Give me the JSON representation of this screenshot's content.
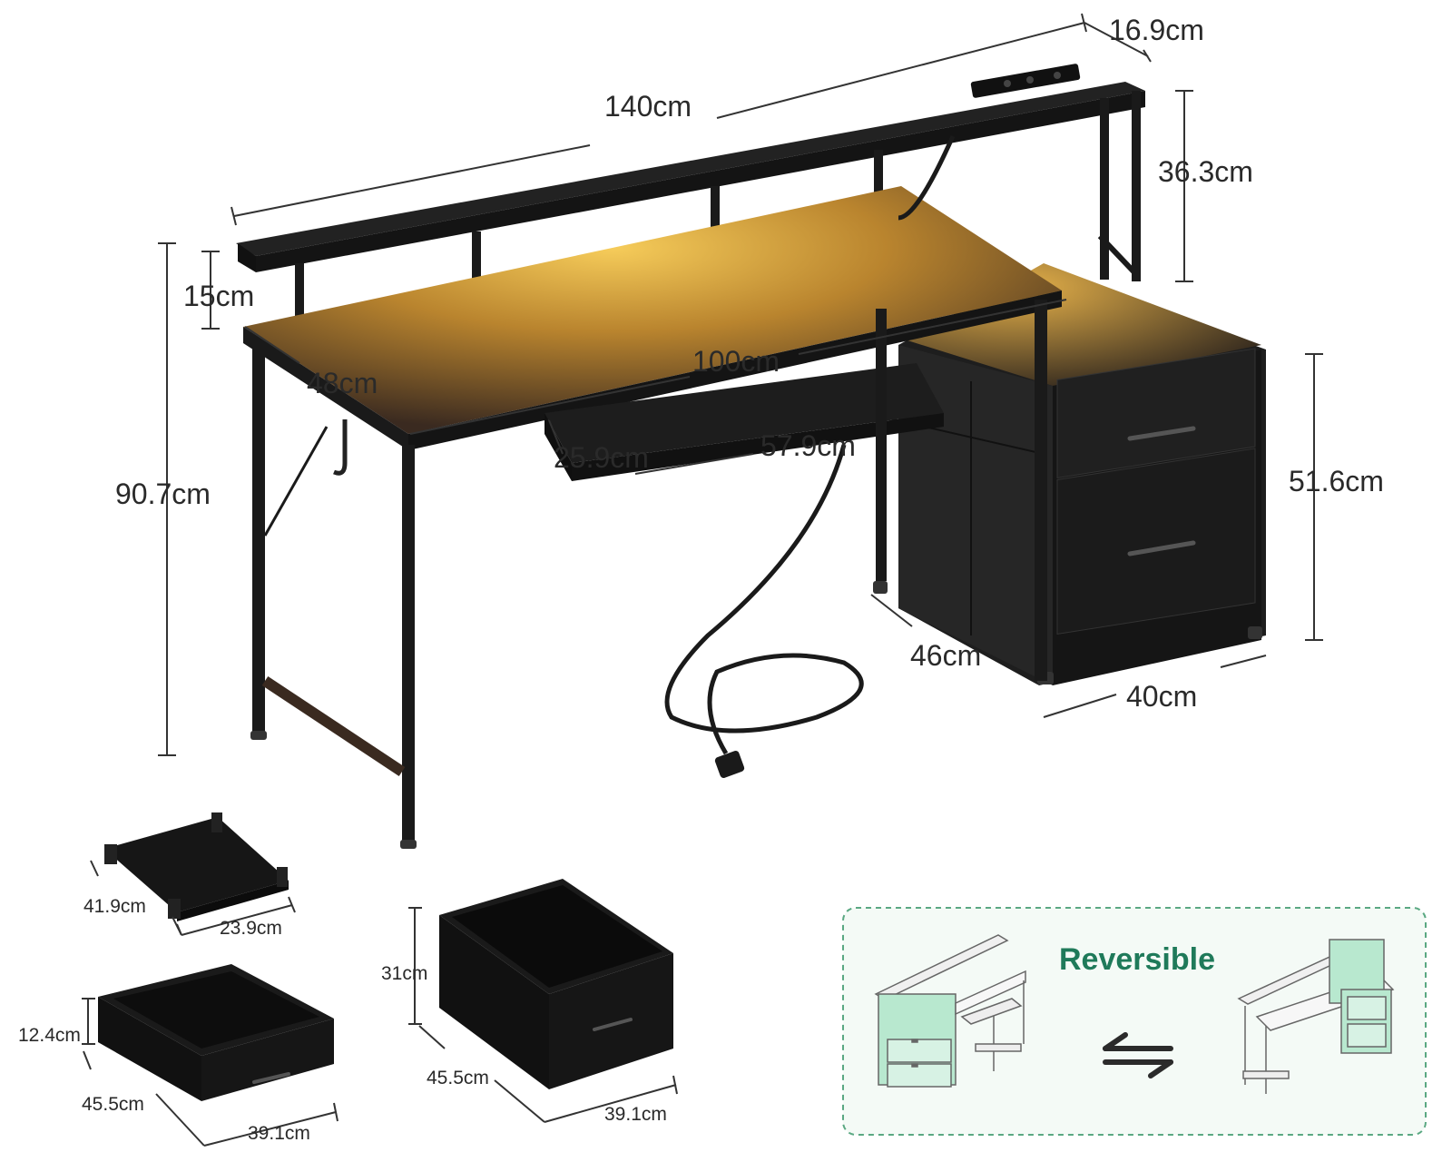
{
  "dimensions": {
    "total_width": "140cm",
    "shelf_depth": "16.9cm",
    "riser_height": "36.3cm",
    "shelf_gap": "15cm",
    "desk_depth": "48cm",
    "desk_width": "100cm",
    "desk_height": "90.7cm",
    "tray_depth": "25.9cm",
    "tray_width": "57.9cm",
    "cabinet_height": "51.6cm",
    "cabinet_depth": "46cm",
    "cabinet_width": "40cm"
  },
  "tray_part": {
    "width": "41.9cm",
    "depth": "23.9cm"
  },
  "small_drawer": {
    "height": "12.4cm",
    "depth": "45.5cm",
    "width": "39.1cm"
  },
  "large_drawer": {
    "height": "31cm",
    "depth": "45.5cm",
    "width": "39.1cm"
  },
  "reversible": {
    "title": "Reversible",
    "arrow_icon": "swap-arrows-icon",
    "accent": "#1f7a5a",
    "border": "#5aa882",
    "panel_bg": "#f4faf6",
    "highlight": "#9fdcbc"
  },
  "colors": {
    "desk_black": "#1c1c1c",
    "wood": "#3a2a20",
    "glow": "#f4c24a",
    "dimline": "#333333"
  }
}
